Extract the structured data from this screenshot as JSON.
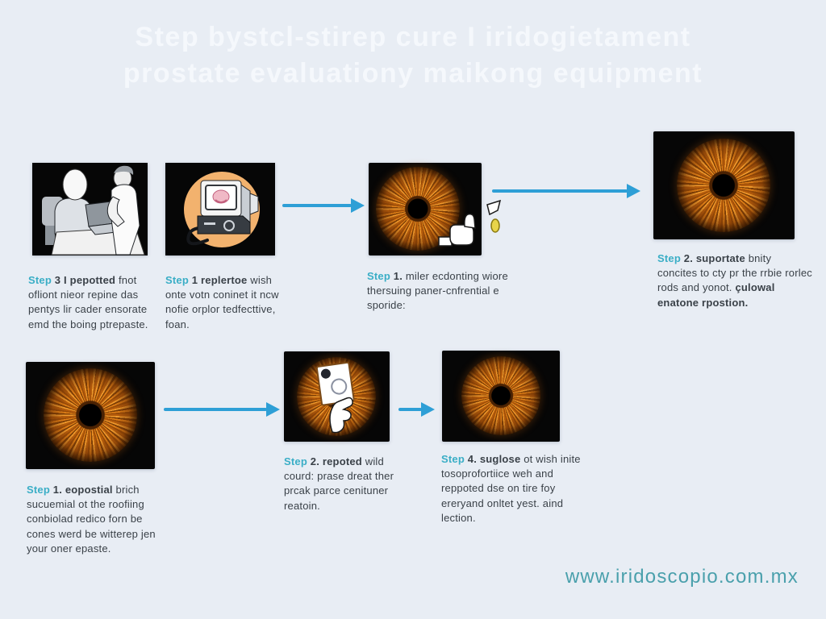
{
  "title": {
    "line1": "Step bystcl-stirep cure I iridogietament",
    "line2": "prostate evaluationy maikong equipment"
  },
  "captions": [
    {
      "segments": [
        {
          "t": "Step ",
          "c": "step"
        },
        {
          "t": "3 I ",
          "c": "num"
        },
        {
          "t": "pepotted",
          "c": "bold"
        },
        {
          "t": " fnot ofliont nieor repine das pentys lir cader ensorate emd the boing ptrepaste.",
          "c": "plain"
        }
      ]
    },
    {
      "segments": [
        {
          "t": "Step ",
          "c": "step"
        },
        {
          "t": "1 ",
          "c": "num"
        },
        {
          "t": "replertoe",
          "c": "bold"
        },
        {
          "t": " wish onte votn coninet it ncw nofie orplor tedfecttive, foan.",
          "c": "plain"
        }
      ]
    },
    {
      "segments": [
        {
          "t": "Step ",
          "c": "step"
        },
        {
          "t": "1. ",
          "c": "num"
        },
        {
          "t": "miler ecdonting wiore thersuing paner-cnfrential e sporide:",
          "c": "plain"
        }
      ]
    },
    {
      "segments": [
        {
          "t": "Step ",
          "c": "step"
        },
        {
          "t": "2. ",
          "c": "num"
        },
        {
          "t": "suportate",
          "c": "bold"
        },
        {
          "t": " bnity concites to cty pr the rrbie rorlec rods and yonot. ",
          "c": "plain"
        },
        {
          "t": "çulowal enatone rpostion.",
          "c": "bold"
        }
      ]
    },
    {
      "segments": [
        {
          "t": "Step ",
          "c": "step"
        },
        {
          "t": "1. ",
          "c": "num"
        },
        {
          "t": "eopostial",
          "c": "bold"
        },
        {
          "t": " brich sucuemial ot the roofiing conbiolad redico forn be cones werd be witterep jen your oner epaste.",
          "c": "plain"
        }
      ]
    },
    {
      "segments": [
        {
          "t": "Step ",
          "c": "step"
        },
        {
          "t": "2. ",
          "c": "num"
        },
        {
          "t": "repoted",
          "c": "bold"
        },
        {
          "t": " wild courd: prase dreat ther prcak parce cenituner reatoin.",
          "c": "plain"
        }
      ]
    },
    {
      "segments": [
        {
          "t": "Step ",
          "c": "step"
        },
        {
          "t": "4. ",
          "c": "num"
        },
        {
          "t": "suglose",
          "c": "bold"
        },
        {
          "t": " ot wish inite tosoprofortiice weh and reppoted dse on tire foy ereryand onltet yest. aind lection.",
          "c": "plain"
        }
      ]
    }
  ],
  "panels": [
    {
      "name": "consultation-photo"
    },
    {
      "name": "iridology-device-photo"
    },
    {
      "name": "iris-thumbs-up-photo"
    },
    {
      "name": "iris-result-photo"
    },
    {
      "name": "iris-photo"
    },
    {
      "name": "iris-report-card-photo"
    },
    {
      "name": "iris-photo-2"
    }
  ],
  "footer": {
    "url": "www.iridoscopio.com.mx"
  },
  "colors": {
    "background": "#e8edf4",
    "title_text": "#f5f8fc",
    "panel_bg": "#060606",
    "arrow": "#2e9fd6",
    "step_accent": "#3aaec6",
    "caption_text": "#3a4148",
    "url_text": "#4aa0ac",
    "iris_orange": "#e8851a",
    "device_circle": "#f2b26e"
  }
}
